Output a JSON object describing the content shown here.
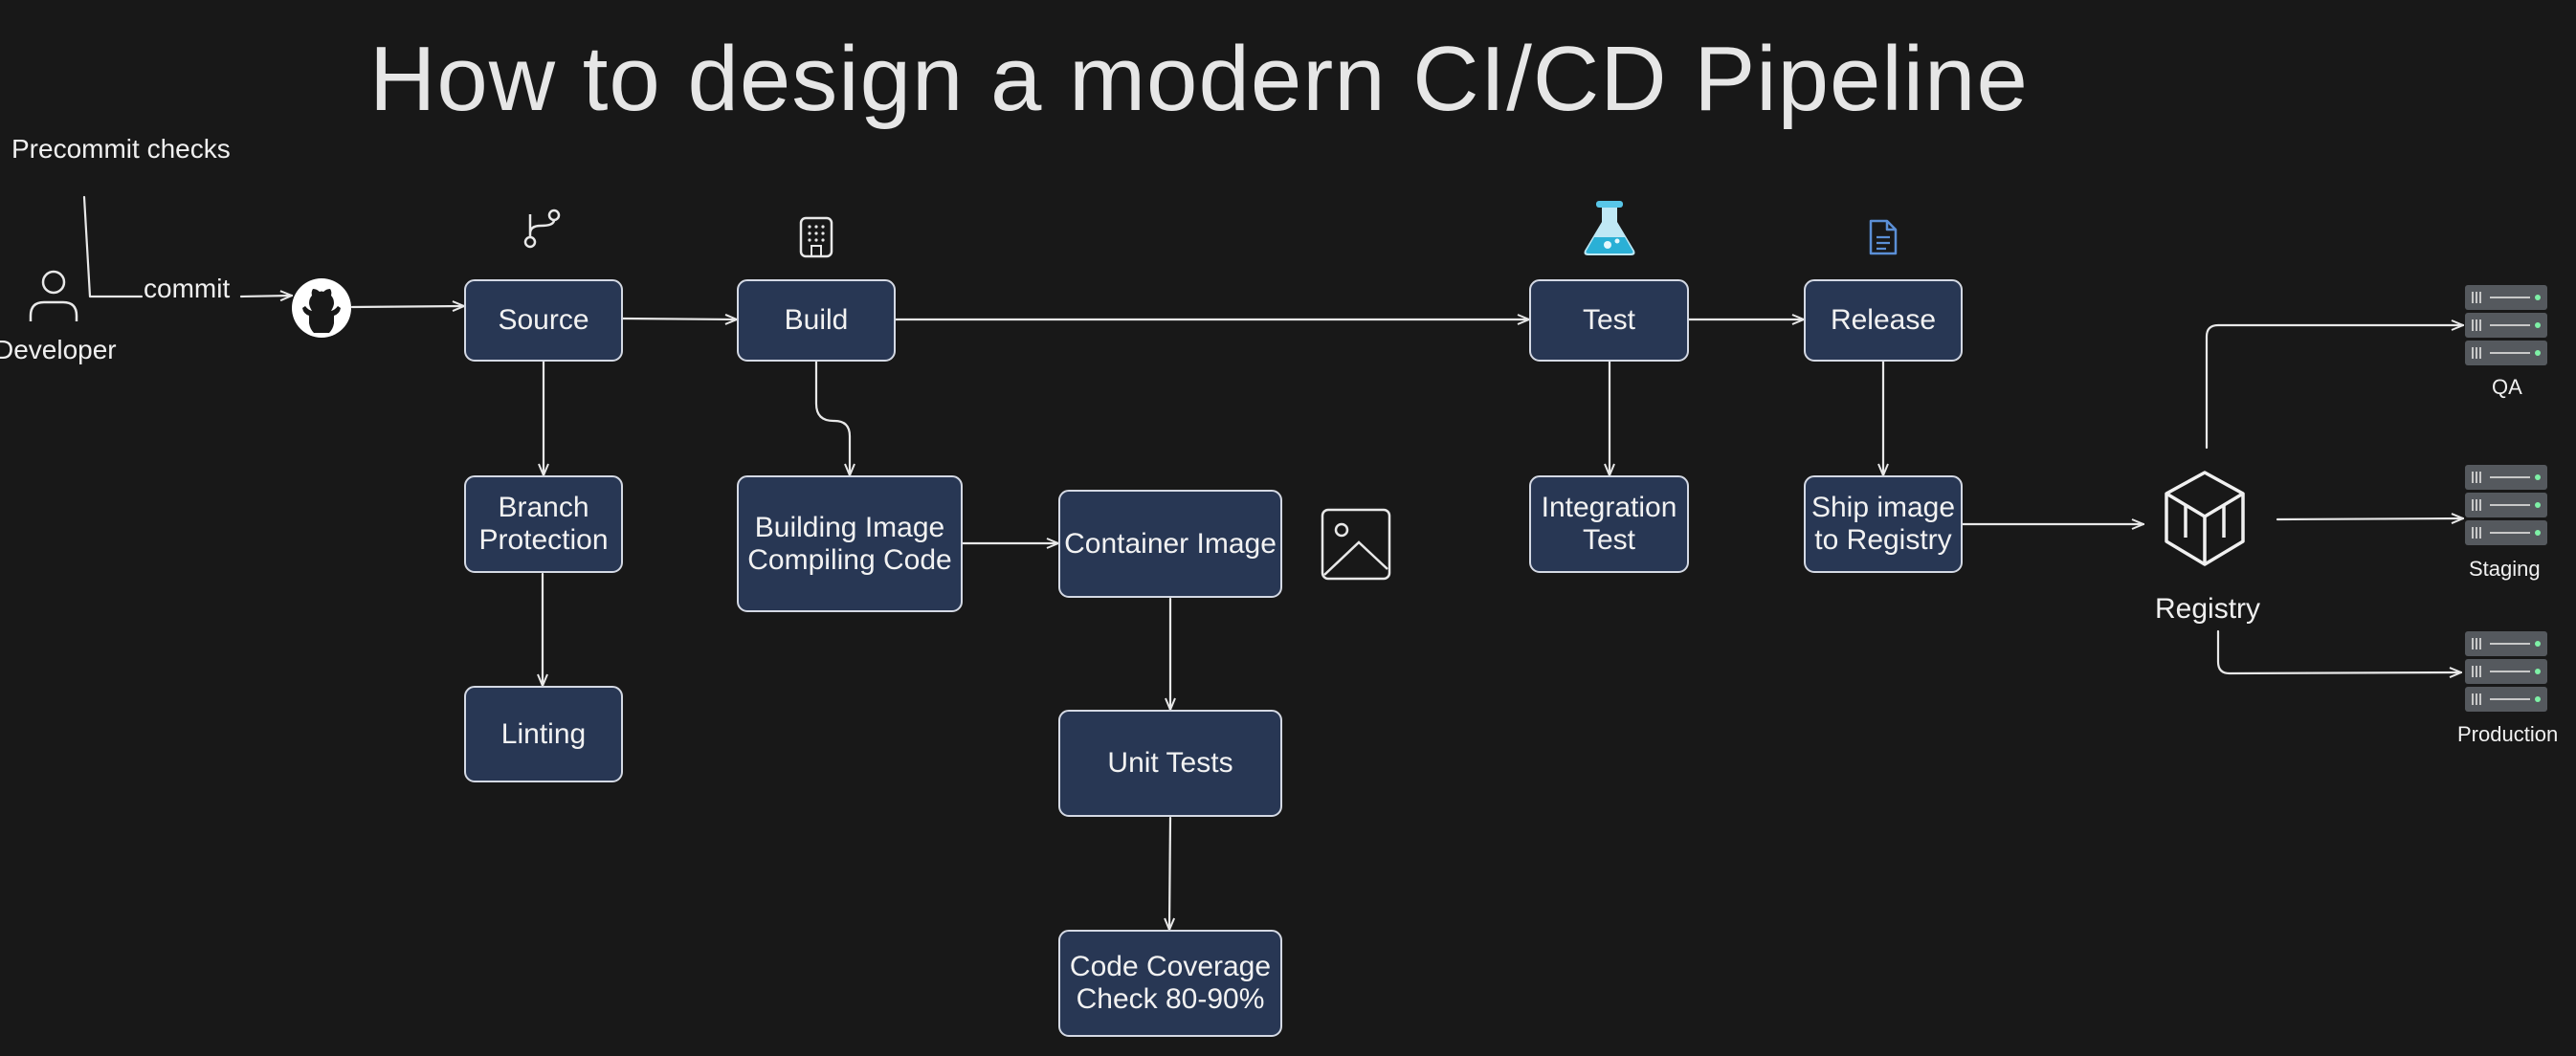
{
  "title": "How to design a modern CI/CD Pipeline",
  "labels": {
    "precommit": "Precommit checks",
    "commit": "commit",
    "developer": "Developer",
    "registry": "Registry"
  },
  "nodes": {
    "source": "Source",
    "build": "Build",
    "test": "Test",
    "release": "Release",
    "branch_protection": "Branch\nProtection",
    "linting": "Linting",
    "building_image": "Building Image\nCompiling Code",
    "container_image": "Container Image",
    "unit_tests": "Unit Tests",
    "code_coverage": "Code Coverage\nCheck 80-90%",
    "integration_test": "Integration\nTest",
    "ship_image": "Ship image\nto Registry"
  },
  "environments": {
    "qa": "QA",
    "staging": "Staging",
    "production": "Production"
  },
  "icons": {
    "developer": "person-icon",
    "github": "github-icon",
    "source": "git-branch-icon",
    "build": "building-icon",
    "test": "flask-icon",
    "release": "document-icon",
    "container": "image-icon",
    "registry": "cube-icon",
    "server": "server-rack-icon"
  },
  "colors": {
    "background": "#181818",
    "node_fill": "#283754",
    "node_border": "#d4d9e4",
    "wire": "#e8e8e8",
    "flask": "#4cc3e8",
    "document": "#5b8fd6"
  }
}
